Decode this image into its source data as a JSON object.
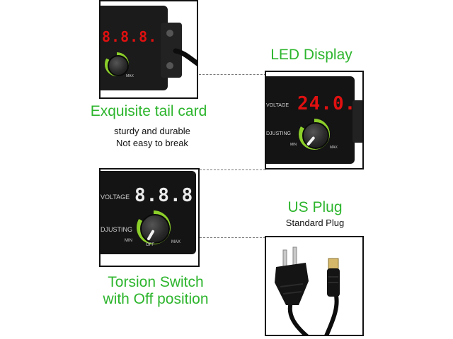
{
  "panels": {
    "tail_card": {
      "title": "Exquisite tail card",
      "lines": [
        "sturdy and durable",
        "Not easy to break"
      ],
      "display_digits": "8.8.8.",
      "max_label": "MAX"
    },
    "led_display": {
      "title": "LED Display",
      "display_digits": "24.0.",
      "voltage_label": "VOLTAGE",
      "adjusting_label": "DJUSTING",
      "min_label": "MIN",
      "max_label": "MAX"
    },
    "torsion_switch": {
      "title_line1": "Torsion Switch",
      "title_line2": "with Off position",
      "display_digits": "8.8.8.",
      "voltage_label": "VOLTAGE",
      "adjusting_label": "DJUSTING",
      "min_label": "MIN",
      "off_label": "OFF",
      "max_label": "MAX"
    },
    "us_plug": {
      "title": "US Plug",
      "subtitle": "Standard Plug"
    }
  },
  "colors": {
    "title_green": "#2db52d",
    "led_red": "#e01010",
    "knob_ring_green": "#8ccf2a",
    "body_black": "#151515"
  }
}
